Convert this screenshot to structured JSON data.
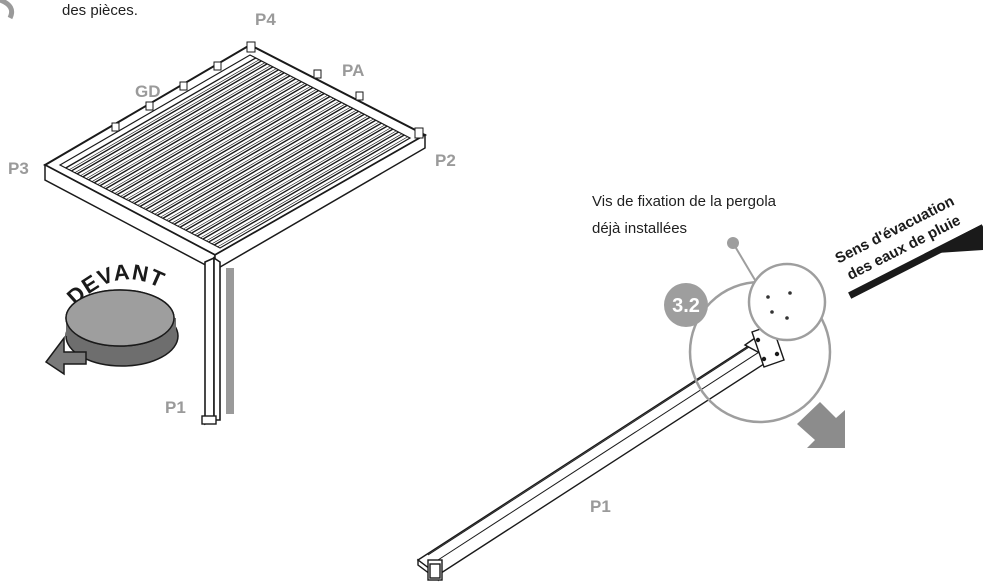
{
  "intro_fragment": "des pièces.",
  "part_labels": {
    "p4": "P4",
    "pa": "PA",
    "gd": "GD",
    "p3": "P3",
    "p2": "P2",
    "p1_left": "P1",
    "p1_right": "P1"
  },
  "front_label": "DEVANT",
  "step_number": "3.2",
  "callout": {
    "line1": "Vis de fixation de la pergola",
    "line2": "déjà installées"
  },
  "rain_direction": {
    "line1": "Sens d'évacuation",
    "line2": "des eaux de pluie"
  },
  "colors": {
    "label_gray": "#9a9a9a",
    "circle_gray": "#9e9e9e",
    "arrow_gray": "#8c8c8c",
    "line": "#1a1a1a"
  }
}
